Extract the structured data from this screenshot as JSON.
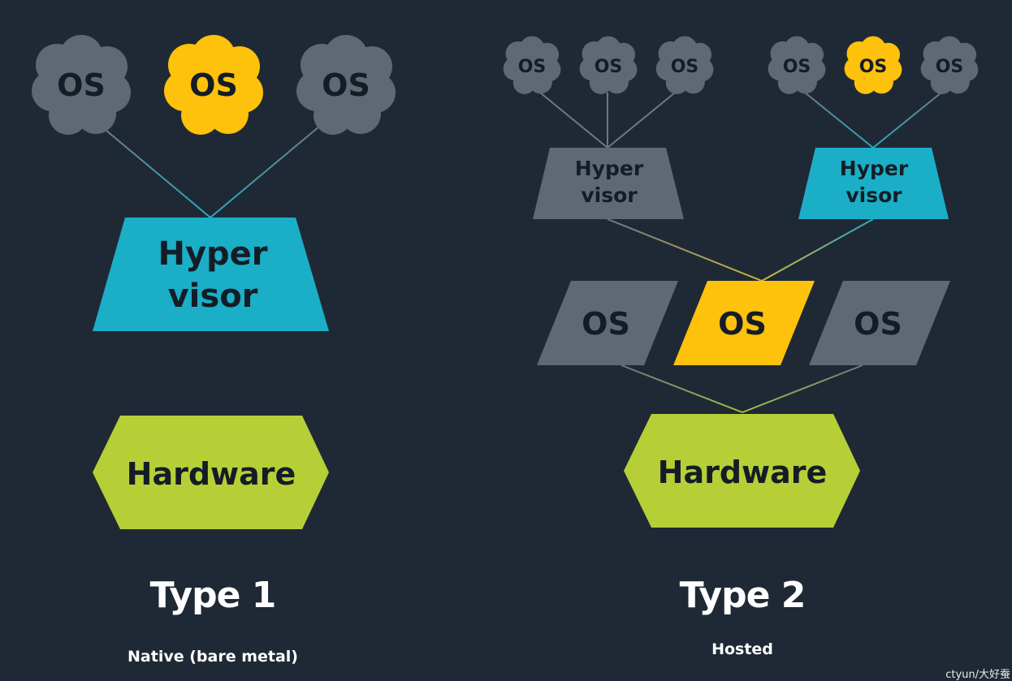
{
  "colors": {
    "background": "#1f2935",
    "gray": "#5f6873",
    "yellow": "#fec10c",
    "blue": "#1aafc7",
    "green": "#b6cf37",
    "text_dark": "#141d26",
    "line_gray": "#6d7883",
    "line_blue": "#2aa9c0",
    "line_yellow": "#d6b53c",
    "line_green": "#8fb34a"
  },
  "type1": {
    "os_nodes": [
      {
        "label": "OS",
        "highlight": false
      },
      {
        "label": "OS",
        "highlight": true
      },
      {
        "label": "OS",
        "highlight": false
      }
    ],
    "hypervisor": {
      "line1": "Hyper",
      "line2": "visor"
    },
    "hardware": "Hardware",
    "title": "Type 1",
    "subtitle": "Native (bare metal)"
  },
  "type2": {
    "guest_os_nodes": [
      {
        "label": "OS",
        "highlight": false
      },
      {
        "label": "OS",
        "highlight": false
      },
      {
        "label": "OS",
        "highlight": false
      },
      {
        "label": "OS",
        "highlight": false
      },
      {
        "label": "OS",
        "highlight": true
      },
      {
        "label": "OS",
        "highlight": false
      }
    ],
    "hypervisors": [
      {
        "line1": "Hyper",
        "line2": "visor",
        "highlight": false
      },
      {
        "line1": "Hyper",
        "line2": "visor",
        "highlight": true
      }
    ],
    "host_os_nodes": [
      {
        "label": "OS",
        "highlight": false
      },
      {
        "label": "OS",
        "highlight": true
      },
      {
        "label": "OS",
        "highlight": false
      }
    ],
    "hardware": "Hardware",
    "title": "Type 2",
    "subtitle": "Hosted"
  },
  "credit": "ctyun/大好蚕"
}
